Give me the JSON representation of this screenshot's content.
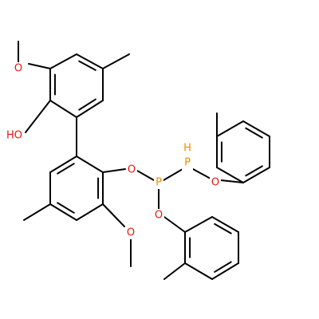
{
  "colors": {
    "bond": "#000000",
    "O": "#e8170e",
    "P": "#f08c00",
    "background": "#ffffff"
  },
  "labels": {
    "o_meo_top": "O",
    "o_oh": "HO",
    "o_phenol": "O",
    "o_meo_bottom": "O",
    "p_center": "P",
    "p_h": "P",
    "p_h_hydrogen": "H",
    "o_p_h": "O",
    "o_p_bottom": "O"
  }
}
